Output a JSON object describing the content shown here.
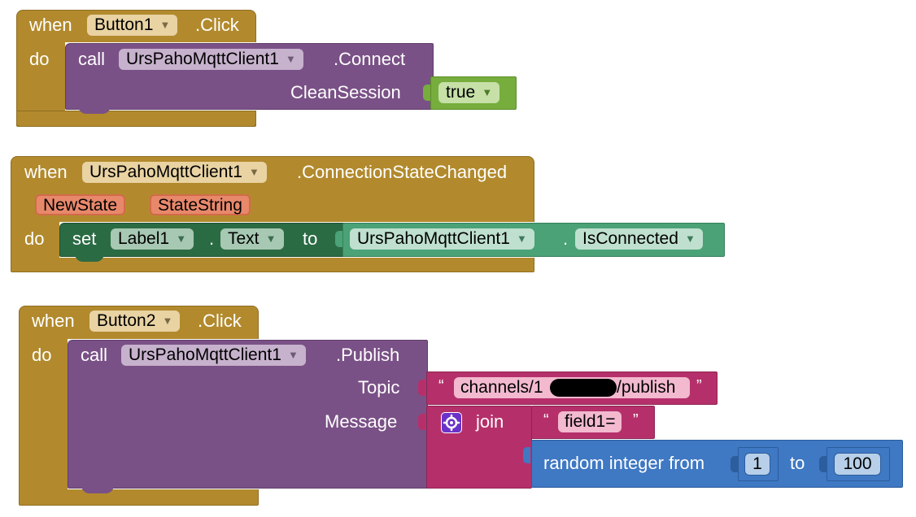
{
  "event1": {
    "when": "when",
    "component": "Button1",
    "event": ".Click",
    "do": "do",
    "call": "call",
    "client": "UrsPahoMqttClient1",
    "method": ".Connect",
    "arg_label": "CleanSession",
    "bool_value": "true"
  },
  "event2": {
    "when": "when",
    "component": "UrsPahoMqttClient1",
    "event": ".ConnectionStateChanged",
    "params": [
      "NewState",
      "StateString"
    ],
    "do": "do",
    "set": "set",
    "target_component": "Label1",
    "dot": ".",
    "property": "Text",
    "to": "to",
    "getter_component": "UrsPahoMqttClient1",
    "getter_property": "IsConnected"
  },
  "event3": {
    "when": "when",
    "component": "Button2",
    "event": ".Click",
    "do": "do",
    "call": "call",
    "client": "UrsPahoMqttClient1",
    "method": ".Publish",
    "topic_label": "Topic",
    "topic_prefix": "channels/1",
    "topic_suffix": "/publish",
    "message_label": "Message",
    "join": "join",
    "quote_open": "“",
    "quote_close": "”",
    "field_text": "field1=",
    "random_label": "random integer from",
    "from_value": "1",
    "to_label": "to",
    "to_value": "100"
  },
  "icons": {
    "dropdown": "▼",
    "gear": "gear-icon"
  },
  "colors": {
    "event": "#b28a2d",
    "procedure": "#7a5186",
    "setter": "#2b6b44",
    "getter": "#4aa276",
    "logic": "#76ad3d",
    "text": "#b5306a",
    "math": "#3f78c3"
  }
}
